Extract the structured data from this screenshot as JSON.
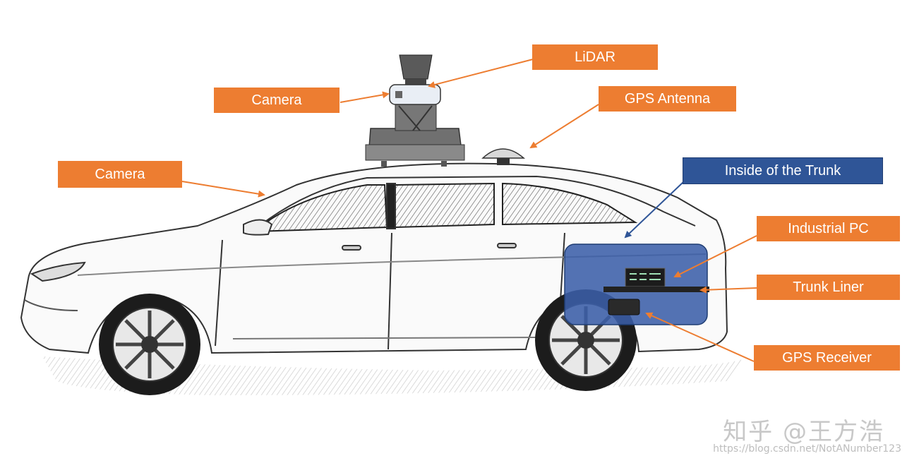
{
  "labels": {
    "lidar": "LiDAR",
    "roof_camera": "Camera",
    "gps_antenna": "GPS Antenna",
    "front_camera": "Camera",
    "trunk_title": "Inside of the Trunk",
    "industrial_pc": "Industrial PC",
    "trunk_liner": "Trunk Liner",
    "gps_receiver": "GPS Receiver"
  },
  "watermark": {
    "main": "知乎 @王方浩",
    "url": "https://blog.csdn.net/NotANumber123"
  },
  "colors": {
    "label_orange": "#ED7D31",
    "label_blue": "#2F5597",
    "trunk_fill": "#3B5FA8",
    "arrow_orange": "#ED7D31",
    "arrow_blue": "#2F5597"
  }
}
